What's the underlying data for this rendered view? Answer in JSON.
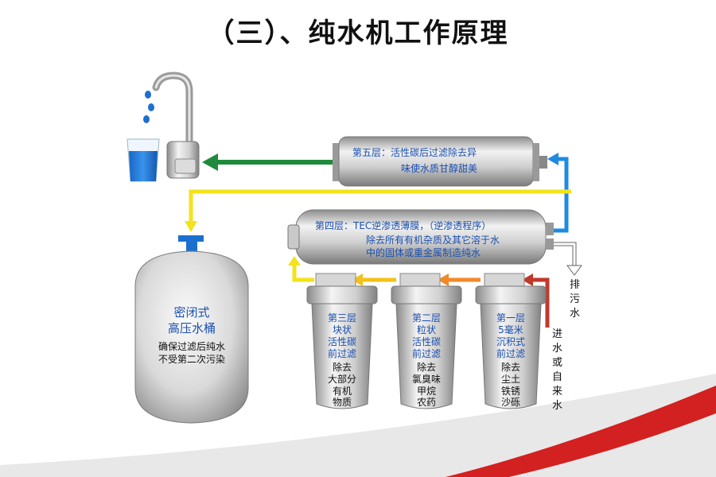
{
  "title": "（三）、纯水机工作原理",
  "filters": {
    "layer5": {
      "label": "第五层：",
      "line1": "活性碳后过滤除去异",
      "line2": "味使水质甘醇甜美"
    },
    "layer4": {
      "label": "第四层：",
      "line1a": "TEC逆渗透薄膜，（逆渗透程序）",
      "line2": "除去所有有机杂质及其它溶于水",
      "line3": "中的固体或重金属制造纯水"
    },
    "layer3": {
      "l1": "第三层",
      "l2": "块状",
      "l3": "活性碳",
      "l4": "前过滤",
      "l5": "除去",
      "l6": "大部分",
      "l7": "有机",
      "l8": "物质"
    },
    "layer2": {
      "l1": "第二层",
      "l2": "粒状",
      "l3": "活性碳",
      "l4": "前过滤",
      "l5": "除去",
      "l6": "氯臭味",
      "l7": "甲烷",
      "l8": "农药"
    },
    "layer1": {
      "l1": "第一层",
      "l2": "5毫米",
      "l3": "沉积式",
      "l4": "前过滤",
      "l5": "除去",
      "l6": "尘土",
      "l7": "铁锈",
      "l8": "沙砾"
    }
  },
  "tank": {
    "l1": "密闭式",
    "l2": "高压水桶",
    "l3": "确保过滤后纯水",
    "l4": "不受第二次污染"
  },
  "drain": {
    "c1": "排",
    "c2": "污",
    "c3": "水"
  },
  "inlet": {
    "c1": "进",
    "c2": "水",
    "c3": "或",
    "c4": "自",
    "c5": "来",
    "c6": "水"
  },
  "colors": {
    "blue_line": "#1e8be0",
    "yellow_line": "#f2e31c",
    "green_arrow": "#1f8a3c",
    "red_arrow": "#c0392b",
    "text_blue": "#1a4fb0"
  }
}
